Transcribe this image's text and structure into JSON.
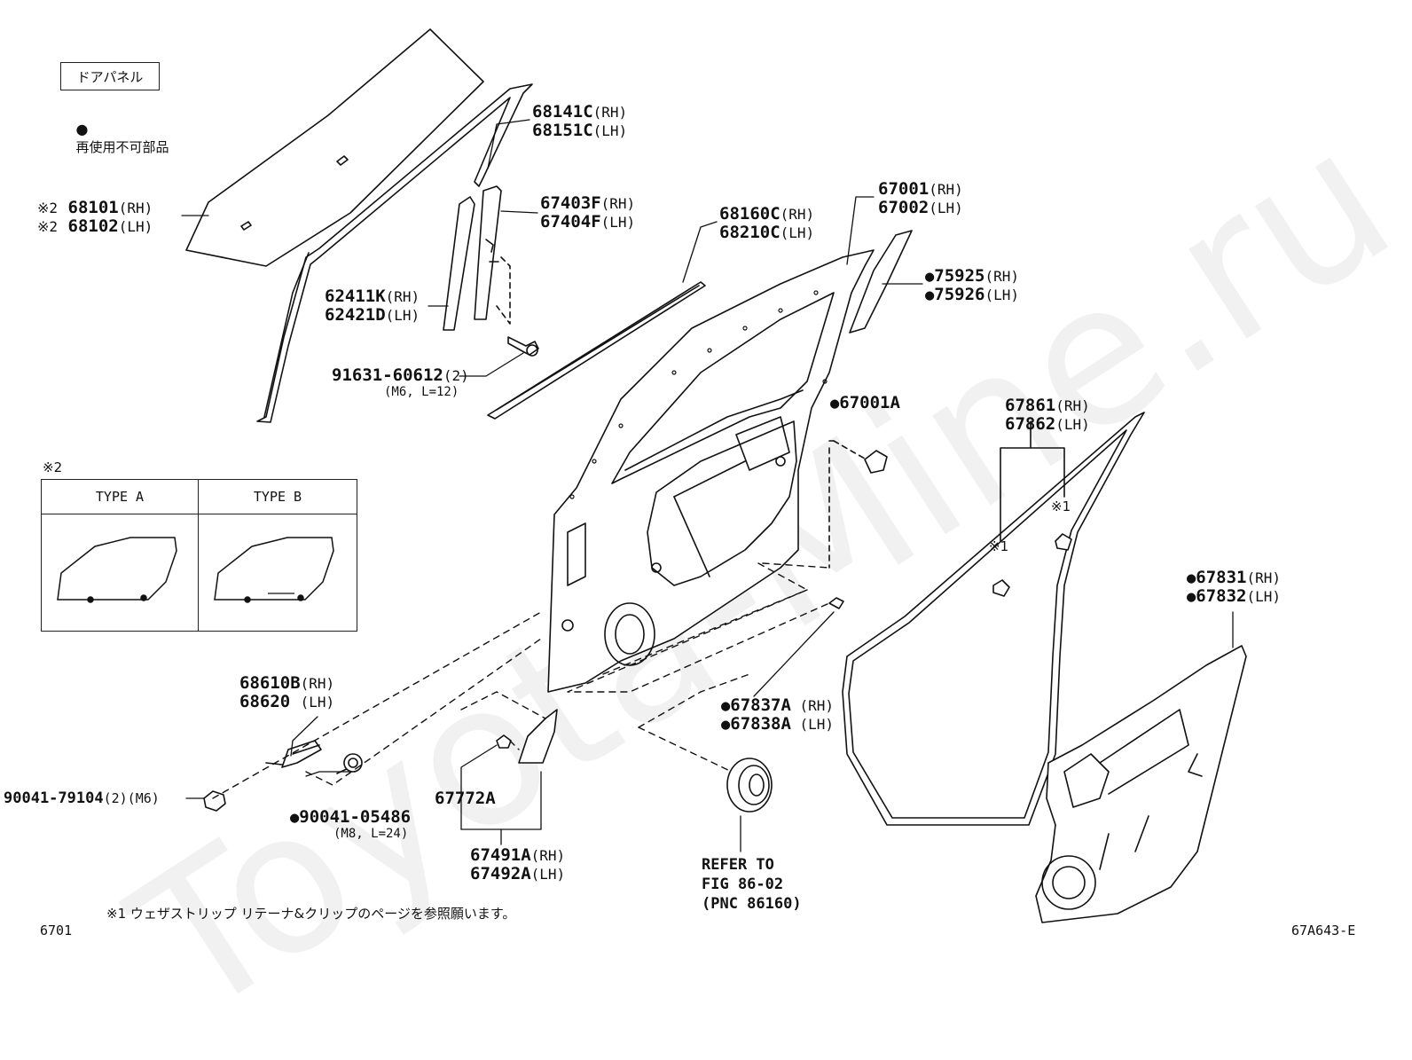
{
  "legend": {
    "title": "ドアパネル",
    "bullet_note": "再使用不可部品"
  },
  "inset": {
    "marker": "※2",
    "type_a": "TYPE A",
    "type_b": "TYPE B"
  },
  "parts": {
    "p68101": {
      "prefix": "※2",
      "main": "68101",
      "suffix": "(RH)"
    },
    "p68102": {
      "prefix": "※2",
      "main": "68102",
      "suffix": "(LH)"
    },
    "p68141C": {
      "main": "68141C",
      "suffix": "(RH)"
    },
    "p68151C": {
      "main": "68151C",
      "suffix": "(LH)"
    },
    "p67403F": {
      "main": "67403F",
      "suffix": "(RH)"
    },
    "p67404F": {
      "main": "67404F",
      "suffix": "(LH)"
    },
    "p68160C": {
      "main": "68160C",
      "suffix": "(RH)"
    },
    "p68210C": {
      "main": "68210C",
      "suffix": "(LH)"
    },
    "p67001": {
      "main": "67001",
      "suffix": "(RH)"
    },
    "p67002": {
      "main": "67002",
      "suffix": "(LH)"
    },
    "p75925": {
      "main": "75925",
      "suffix": "(RH)"
    },
    "p75926": {
      "main": "75926",
      "suffix": "(LH)"
    },
    "p62411K": {
      "main": "62411K",
      "suffix": "(RH)"
    },
    "p62421D": {
      "main": "62421D",
      "suffix": "(LH)"
    },
    "p91631": {
      "main": "91631-60612",
      "suffix": "(2)",
      "sub": "(M6, L=12)"
    },
    "p67001A": {
      "main": "67001A"
    },
    "p67861": {
      "main": "67861",
      "suffix": "(RH)"
    },
    "p67862": {
      "main": "67862",
      "suffix": "(LH)"
    },
    "clip_mark_a": "※1",
    "clip_mark_b": "※1",
    "p67831": {
      "main": "67831",
      "suffix": "(RH)"
    },
    "p67832": {
      "main": "67832",
      "suffix": "(LH)"
    },
    "p68610B": {
      "main": "68610B",
      "suffix": "(RH)"
    },
    "p68620": {
      "main": "68620 ",
      "suffix": "(LH)"
    },
    "p67837A": {
      "main": "67837A",
      "suffix": " (RH)"
    },
    "p67838A": {
      "main": "67838A",
      "suffix": " (LH)"
    },
    "p90041_79104": {
      "main": "90041-79104",
      "suffix": "(2)(M6)"
    },
    "p90041_05486": {
      "main": "90041-05486",
      "sub": "(M8, L=24)"
    },
    "p67772A": {
      "main": "67772A"
    },
    "p67491A": {
      "main": "67491A",
      "suffix": "(RH)"
    },
    "p67492A": {
      "main": "67492A",
      "suffix": "(LH)"
    },
    "refer": [
      "REFER TO",
      "FIG 86-02",
      "(PNC 86160)"
    ]
  },
  "footnote": "※1 ウェザストリップ リテーナ&クリップのページを参照願います。",
  "page_code": "6701",
  "figure_code": "67A643-E",
  "watermark": "Toyota-Mine.ru"
}
